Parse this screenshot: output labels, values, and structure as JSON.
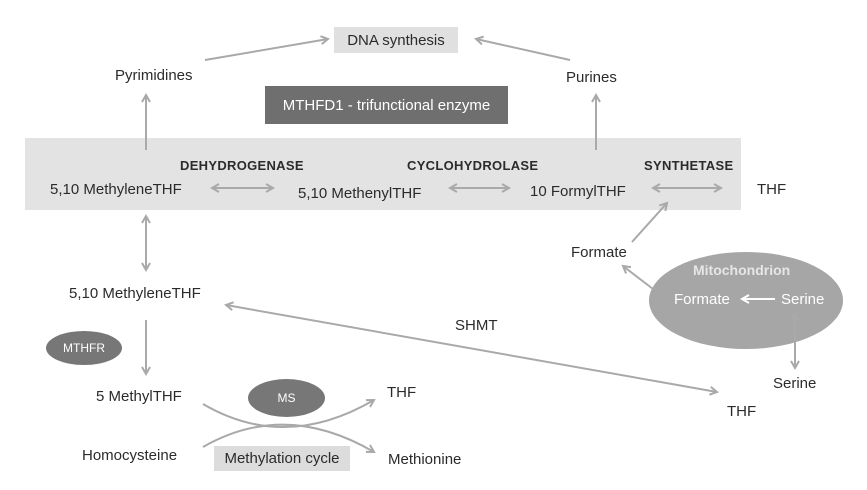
{
  "top": {
    "dna_synthesis": "DNA synthesis",
    "pyrimidines": "Pyrimidines",
    "purines": "Purines",
    "enzyme_title": "MTHFD1 - trifunctional enzyme"
  },
  "band": {
    "dehydrogenase": "DEHYDROGENASE",
    "cyclohydrolase": "CYCLOHYDROLASE",
    "synthetase": "SYNTHETASE",
    "methylene_thf": "5,10 MethyleneTHF",
    "methenyl_thf": "5,10 MethenylTHF",
    "formyl_thf": "10 FormylTHF",
    "thf": "THF"
  },
  "lower": {
    "methylene_thf": "5,10 MethyleneTHF",
    "mthfr": "MTHFR",
    "methyl_thf": "5 MethylTHF",
    "ms": "MS",
    "thf_ms": "THF",
    "homocysteine": "Homocysteine",
    "methionine": "Methionine",
    "methylation_cycle": "Methylation cycle",
    "shmt": "SHMT",
    "thf_shmt": "THF"
  },
  "mito": {
    "title": "Mitochondrion",
    "formate_inner": "Formate",
    "serine_inner": "Serine",
    "formate_outer": "Formate",
    "serine_outer": "Serine"
  },
  "colors": {
    "arrow": "#a9a9a9",
    "band": "#e3e3e3",
    "enzyme_box": "#6f6f6f",
    "mitochondrion": "#a6a6a6",
    "oval": "#777777"
  }
}
